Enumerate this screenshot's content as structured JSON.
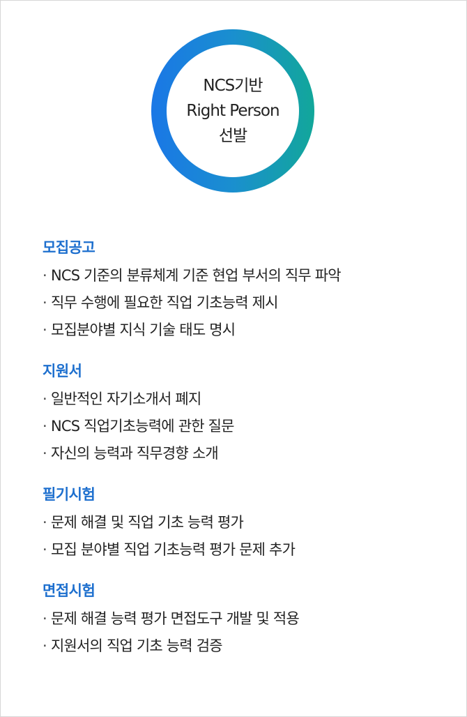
{
  "badge": {
    "lines": [
      "NCS기반",
      "Right Person",
      "선발"
    ]
  },
  "sections": [
    {
      "title": "모집공고",
      "items": [
        "NCS 기준의 분류체계 기준 현업 부서의 직무 파악",
        "직무 수행에 필요한 직업 기초능력 제시",
        "모집분야별 지식 기술 태도 명시"
      ]
    },
    {
      "title": "지원서",
      "items": [
        "일반적인 자기소개서 폐지",
        "NCS 직업기초능력에 관한 질문",
        "자신의 능력과 직무경향 소개"
      ]
    },
    {
      "title": "필기시험",
      "items": [
        "문제 해결 및 직업 기초 능력 평가",
        "모집 분야별 직업 기초능력 평가 문제 추가"
      ]
    },
    {
      "title": "면접시험",
      "items": [
        "문제 해결 능력 평가 면접도구 개발 및 적용",
        "지원서의 직업 기초 능력 검증"
      ]
    }
  ],
  "bullet_char": "·",
  "colors": {
    "accent": "#1d6fce",
    "ring_start": "#1a77e6",
    "ring_end": "#12a79a"
  }
}
